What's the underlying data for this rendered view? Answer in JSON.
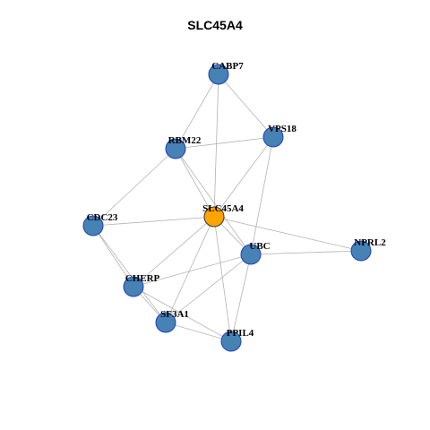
{
  "title": "SLC45A4",
  "colors": {
    "node": "#4682b4",
    "center": "#ffa500",
    "edge": "#b3b3b3"
  },
  "nodes": [
    {
      "id": "CABP7",
      "label": "CABP7",
      "center": false
    },
    {
      "id": "VPS18",
      "label": "VPS18",
      "center": false
    },
    {
      "id": "RBM22",
      "label": "RBM22",
      "center": false
    },
    {
      "id": "SLC45A4",
      "label": "SLC45A4",
      "center": true
    },
    {
      "id": "CDC23",
      "label": "CDC23",
      "center": false
    },
    {
      "id": "UBC",
      "label": "UBC",
      "center": false
    },
    {
      "id": "NPRL2",
      "label": "NPRL2",
      "center": false
    },
    {
      "id": "CHERP",
      "label": "CHERP",
      "center": false
    },
    {
      "id": "SF3A1",
      "label": "SF3A1",
      "center": false
    },
    {
      "id": "PPIL4",
      "label": "PPIL4",
      "center": false
    }
  ],
  "edges": [
    [
      "CABP7",
      "VPS18"
    ],
    [
      "CABP7",
      "RBM22"
    ],
    [
      "CABP7",
      "SLC45A4"
    ],
    [
      "RBM22",
      "VPS18"
    ],
    [
      "RBM22",
      "CDC23"
    ],
    [
      "RBM22",
      "SLC45A4"
    ],
    [
      "RBM22",
      "UBC"
    ],
    [
      "VPS18",
      "SLC45A4"
    ],
    [
      "VPS18",
      "UBC"
    ],
    [
      "CDC23",
      "SLC45A4"
    ],
    [
      "CDC23",
      "CHERP"
    ],
    [
      "CDC23",
      "SF3A1"
    ],
    [
      "SLC45A4",
      "NPRL2"
    ],
    [
      "SLC45A4",
      "UBC"
    ],
    [
      "SLC45A4",
      "CHERP"
    ],
    [
      "SLC45A4",
      "SF3A1"
    ],
    [
      "SLC45A4",
      "PPIL4"
    ],
    [
      "UBC",
      "NPRL2"
    ],
    [
      "UBC",
      "CHERP"
    ],
    [
      "UBC",
      "SF3A1"
    ],
    [
      "UBC",
      "PPIL4"
    ],
    [
      "CHERP",
      "SF3A1"
    ],
    [
      "CHERP",
      "PPIL4"
    ],
    [
      "SF3A1",
      "PPIL4"
    ]
  ]
}
